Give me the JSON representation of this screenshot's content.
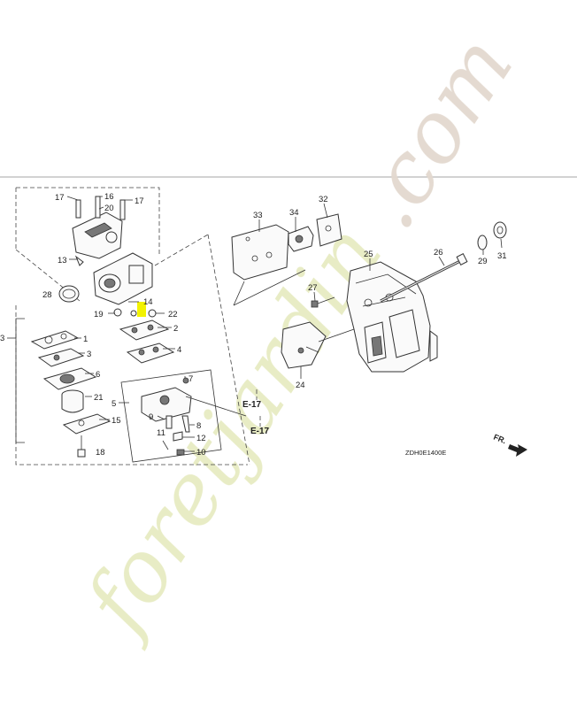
{
  "diagram": {
    "drawing_code": "ZDH0E1400E",
    "front_label": "FR.",
    "section_refs": [
      "E-17",
      "E-17"
    ],
    "bracket_label": "3",
    "callouts": [
      {
        "id": "c17a",
        "label": "17"
      },
      {
        "id": "c16",
        "label": "16"
      },
      {
        "id": "c17b",
        "label": "17"
      },
      {
        "id": "c20",
        "label": "20"
      },
      {
        "id": "c13",
        "label": "13"
      },
      {
        "id": "c28",
        "label": "28"
      },
      {
        "id": "c14",
        "label": "14"
      },
      {
        "id": "c19",
        "label": "19"
      },
      {
        "id": "c22",
        "label": "22"
      },
      {
        "id": "c2",
        "label": "2"
      },
      {
        "id": "c1",
        "label": "1"
      },
      {
        "id": "c3",
        "label": "3"
      },
      {
        "id": "c4",
        "label": "4"
      },
      {
        "id": "c6",
        "label": "6"
      },
      {
        "id": "c21",
        "label": "21"
      },
      {
        "id": "c5",
        "label": "5"
      },
      {
        "id": "c15",
        "label": "15"
      },
      {
        "id": "c18",
        "label": "18"
      },
      {
        "id": "c7",
        "label": "7"
      },
      {
        "id": "c9",
        "label": "9"
      },
      {
        "id": "c8",
        "label": "8"
      },
      {
        "id": "c11",
        "label": "11"
      },
      {
        "id": "c12",
        "label": "12"
      },
      {
        "id": "c10",
        "label": "10"
      },
      {
        "id": "c33",
        "label": "33"
      },
      {
        "id": "c34",
        "label": "34"
      },
      {
        "id": "c32",
        "label": "32"
      },
      {
        "id": "c25",
        "label": "25"
      },
      {
        "id": "c26",
        "label": "26"
      },
      {
        "id": "c29",
        "label": "29"
      },
      {
        "id": "c31",
        "label": "31"
      },
      {
        "id": "c27",
        "label": "27"
      },
      {
        "id": "c24",
        "label": "24"
      }
    ]
  },
  "watermark": {
    "text_main": "foretjardin",
    "text_suffix": ".com",
    "color_main": "#e7ebc2",
    "color_suffix": "#e3d9cf"
  },
  "highlight": {
    "color": "#f2f200"
  }
}
